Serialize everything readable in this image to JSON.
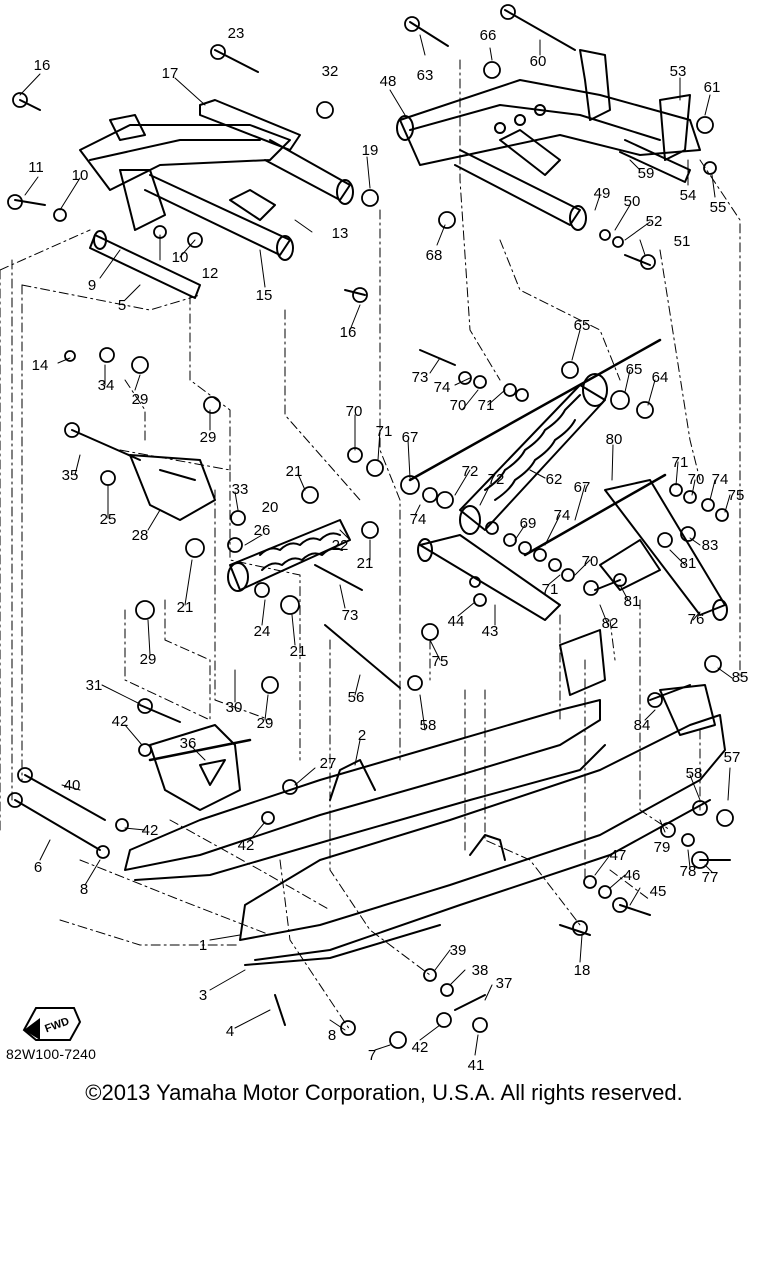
{
  "diagram": {
    "callouts": [
      {
        "id": "c23",
        "text": "23"
      },
      {
        "id": "c16a",
        "text": "16"
      },
      {
        "id": "c17",
        "text": "17"
      },
      {
        "id": "c32",
        "text": "32"
      },
      {
        "id": "c11",
        "text": "11"
      },
      {
        "id": "c10a",
        "text": "10"
      },
      {
        "id": "c19",
        "text": "19"
      },
      {
        "id": "c13",
        "text": "13"
      },
      {
        "id": "c10b",
        "text": "10"
      },
      {
        "id": "c12",
        "text": "12"
      },
      {
        "id": "c9",
        "text": "9"
      },
      {
        "id": "c15",
        "text": "15"
      },
      {
        "id": "c5",
        "text": "5"
      },
      {
        "id": "c16b",
        "text": "16"
      },
      {
        "id": "c14",
        "text": "14"
      },
      {
        "id": "c34",
        "text": "34"
      },
      {
        "id": "c29a",
        "text": "29"
      },
      {
        "id": "c29b",
        "text": "29"
      },
      {
        "id": "c35",
        "text": "35"
      },
      {
        "id": "c25",
        "text": "25"
      },
      {
        "id": "c28",
        "text": "28"
      },
      {
        "id": "c33",
        "text": "33"
      },
      {
        "id": "c26",
        "text": "26"
      },
      {
        "id": "c21a",
        "text": "21"
      },
      {
        "id": "c20",
        "text": "20"
      },
      {
        "id": "c22",
        "text": "22"
      },
      {
        "id": "c21b",
        "text": "21"
      },
      {
        "id": "c21c",
        "text": "21"
      },
      {
        "id": "c24",
        "text": "24"
      },
      {
        "id": "c21d",
        "text": "21"
      },
      {
        "id": "c29c",
        "text": "29"
      },
      {
        "id": "c31",
        "text": "31"
      },
      {
        "id": "c30",
        "text": "30"
      },
      {
        "id": "c29d",
        "text": "29"
      },
      {
        "id": "c42a",
        "text": "42"
      },
      {
        "id": "c36",
        "text": "36"
      },
      {
        "id": "c27",
        "text": "27"
      },
      {
        "id": "c40",
        "text": "40"
      },
      {
        "id": "c42b",
        "text": "42"
      },
      {
        "id": "c42c",
        "text": "42"
      },
      {
        "id": "c6",
        "text": "6"
      },
      {
        "id": "c8a",
        "text": "8"
      },
      {
        "id": "c2",
        "text": "2"
      },
      {
        "id": "c1",
        "text": "1"
      },
      {
        "id": "c3",
        "text": "3"
      },
      {
        "id": "c4",
        "text": "4"
      },
      {
        "id": "c8b",
        "text": "8"
      },
      {
        "id": "c7",
        "text": "7"
      },
      {
        "id": "c42d",
        "text": "42"
      },
      {
        "id": "c41",
        "text": "41"
      },
      {
        "id": "c39",
        "text": "39"
      },
      {
        "id": "c38",
        "text": "38"
      },
      {
        "id": "c37",
        "text": "37"
      },
      {
        "id": "c18",
        "text": "18"
      },
      {
        "id": "c63",
        "text": "63"
      },
      {
        "id": "c66",
        "text": "66"
      },
      {
        "id": "c60",
        "text": "60"
      },
      {
        "id": "c53",
        "text": "53"
      },
      {
        "id": "c61",
        "text": "61"
      },
      {
        "id": "c48",
        "text": "48"
      },
      {
        "id": "c59",
        "text": "59"
      },
      {
        "id": "c54",
        "text": "54"
      },
      {
        "id": "c55",
        "text": "55"
      },
      {
        "id": "c49",
        "text": "49"
      },
      {
        "id": "c50",
        "text": "50"
      },
      {
        "id": "c52",
        "text": "52"
      },
      {
        "id": "c51",
        "text": "51"
      },
      {
        "id": "c68",
        "text": "68"
      },
      {
        "id": "c65a",
        "text": "65"
      },
      {
        "id": "c65b",
        "text": "65"
      },
      {
        "id": "c64",
        "text": "64"
      },
      {
        "id": "c73a",
        "text": "73"
      },
      {
        "id": "c74a",
        "text": "74"
      },
      {
        "id": "c70a",
        "text": "70"
      },
      {
        "id": "c71a",
        "text": "71"
      },
      {
        "id": "c70b",
        "text": "70"
      },
      {
        "id": "c71b",
        "text": "71"
      },
      {
        "id": "c67a",
        "text": "67"
      },
      {
        "id": "c72a",
        "text": "72"
      },
      {
        "id": "c62",
        "text": "62"
      },
      {
        "id": "c80",
        "text": "80"
      },
      {
        "id": "c71c",
        "text": "71"
      },
      {
        "id": "c70c",
        "text": "70"
      },
      {
        "id": "c74b",
        "text": "74"
      },
      {
        "id": "c75a",
        "text": "75"
      },
      {
        "id": "c74c",
        "text": "74"
      },
      {
        "id": "c72b",
        "text": "72"
      },
      {
        "id": "c67b",
        "text": "67"
      },
      {
        "id": "c69",
        "text": "69"
      },
      {
        "id": "c74d",
        "text": "74"
      },
      {
        "id": "c83",
        "text": "83"
      },
      {
        "id": "c81a",
        "text": "81"
      },
      {
        "id": "c70d",
        "text": "70"
      },
      {
        "id": "c71d",
        "text": "71"
      },
      {
        "id": "c81b",
        "text": "81"
      },
      {
        "id": "c73b",
        "text": "73"
      },
      {
        "id": "c44",
        "text": "44"
      },
      {
        "id": "c43",
        "text": "43"
      },
      {
        "id": "c82",
        "text": "82"
      },
      {
        "id": "c76",
        "text": "76"
      },
      {
        "id": "c75b",
        "text": "75"
      },
      {
        "id": "c56",
        "text": "56"
      },
      {
        "id": "c58a",
        "text": "58"
      },
      {
        "id": "c85",
        "text": "85"
      },
      {
        "id": "c84",
        "text": "84"
      },
      {
        "id": "c58b",
        "text": "58"
      },
      {
        "id": "c57",
        "text": "57"
      },
      {
        "id": "c79",
        "text": "79"
      },
      {
        "id": "c78",
        "text": "78"
      },
      {
        "id": "c77",
        "text": "77"
      },
      {
        "id": "c47",
        "text": "47"
      },
      {
        "id": "c46",
        "text": "46"
      },
      {
        "id": "c45",
        "text": "45"
      }
    ],
    "fwd_label": "FWD",
    "doc_code": "82W100-7240"
  },
  "footer": {
    "copyright": "©2013 Yamaha Motor Corporation, U.S.A. All rights reserved."
  }
}
